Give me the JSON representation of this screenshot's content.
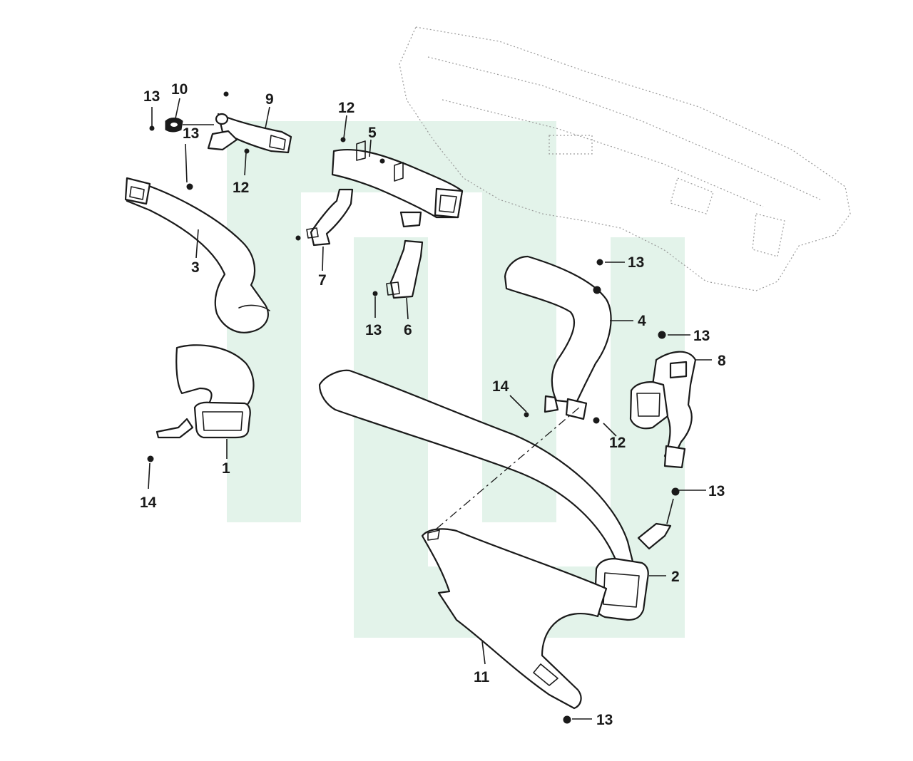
{
  "callouts": {
    "c1": "1",
    "c2": "2",
    "c3": "3",
    "c4": "4",
    "c5": "5",
    "c6": "6",
    "c7": "7",
    "c8": "8",
    "c9": "9",
    "c10": "10",
    "c11": "11",
    "c12a": "12",
    "c12b": "12",
    "c12c": "12",
    "c13a": "13",
    "c13b": "13",
    "c13c": "13",
    "c13d": "13",
    "c13e": "13",
    "c13f": "13",
    "c13g": "13",
    "c14a": "14",
    "c14b": "14"
  },
  "colors": {
    "watermark": "#e3f3ea",
    "line": "#1a1a1a",
    "background": "#ffffff"
  }
}
